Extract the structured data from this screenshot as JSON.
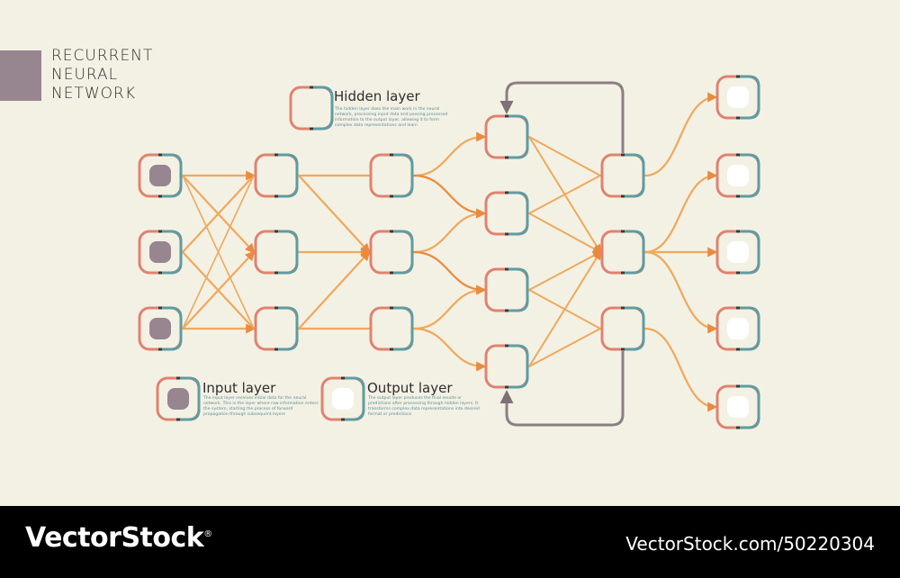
{
  "title": {
    "line1": "RECURRENT",
    "line2": "NEURAL",
    "line3": "NETWORK"
  },
  "legend": {
    "hidden": {
      "title": "Hidden layer",
      "description": "The hidden layer does the main work in the neural network, processing input data and passing processed information to the output layer, allowing it to form complex data representations and learn"
    },
    "input": {
      "title": "Input layer",
      "description": "The input layer receives initial data for the neural network. This is the layer where raw information enters the system, starting the process of forward propagation through subsequent layers"
    },
    "output": {
      "title": "Output layer",
      "description": "The output layer produces the final results or predictions after processing through hidden layers. It transforms complex data representations into desired format or predictions"
    }
  },
  "footer": {
    "brand": "VectorStock",
    "registered": "®",
    "url": "VectorStock.com/50220304"
  },
  "colors": {
    "background": "#f3f1e4",
    "node_red": "#e0826f",
    "node_teal": "#5f9ca1",
    "edge_orange": "#f0a85c",
    "edge_dark": "#e07a35",
    "feedback_gray": "#8a7f83",
    "input_fill": "#978590",
    "footer_bg": "#000000"
  }
}
